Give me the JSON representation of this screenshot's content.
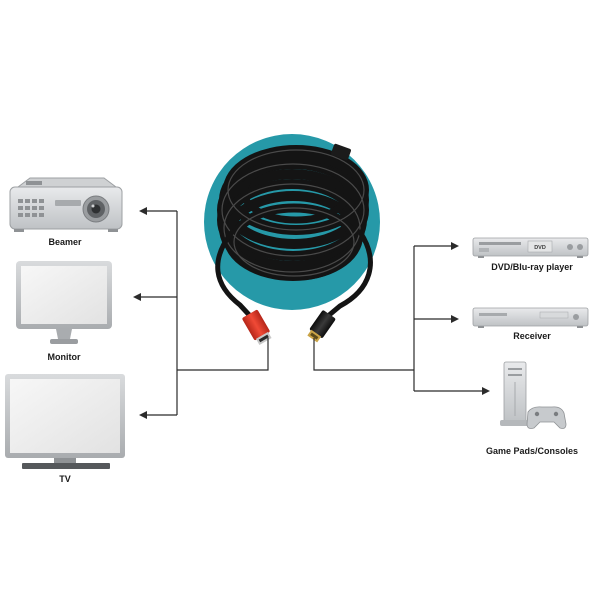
{
  "devices_left": [
    {
      "id": "beamer",
      "label": "Beamer",
      "icon": "projector-icon"
    },
    {
      "id": "monitor",
      "label": "Monitor",
      "icon": "monitor-icon"
    },
    {
      "id": "tv",
      "label": "TV",
      "icon": "tv-icon"
    }
  ],
  "devices_right": [
    {
      "id": "dvd",
      "label": "DVD/Blu-ray player",
      "icon": "dvd-player-icon",
      "badge": "DVD"
    },
    {
      "id": "receiver",
      "label": "Receiver",
      "icon": "receiver-icon"
    },
    {
      "id": "console",
      "label": "Game Pads/Consoles",
      "icon": "game-console-icon"
    }
  ],
  "colors": {
    "teal_circle": "#2699a8",
    "cable": "#141414",
    "connector_left": "#e23a2a",
    "connector_right": "#c9a23a",
    "device_gray": "#d6d8da",
    "screen_gray": "#eeeeee",
    "line": "#2b2b2b"
  }
}
